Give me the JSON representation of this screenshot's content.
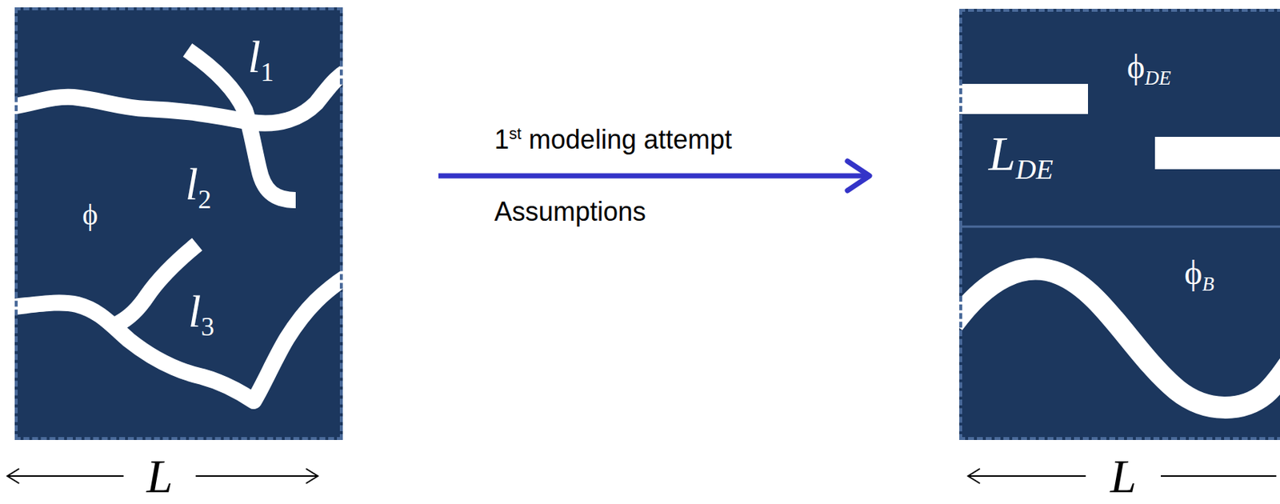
{
  "diagram": {
    "nodes": [
      {
        "text": [
          "l1",
          "l2",
          "ϕ",
          "l3"
        ]
      },
      {
        "text": [
          "ϕDE",
          "LDE"
        ]
      },
      {
        "text": [
          "ϕB"
        ]
      }
    ],
    "edges": [
      {
        "from": 0,
        "to": 1,
        "arrow": "to",
        "label": "1st modeling attempt"
      }
    ],
    "labels": [
      "Assumptions",
      "L",
      "L"
    ]
  }
}
